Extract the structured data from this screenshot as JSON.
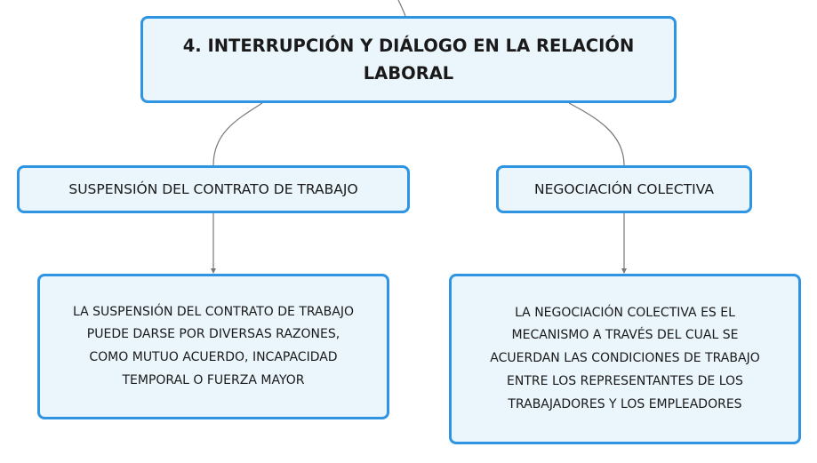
{
  "diagram": {
    "main_topic": {
      "line1": "4. INTERRUPCIÓN Y DIÁLOGO EN LA RELACIÓN",
      "line2": "LABORAL"
    },
    "branches": [
      {
        "label": "SUSPENSIÓN DEL CONTRATO DE TRABAJO",
        "detail_lines": [
          "LA SUSPENSIÓN DEL CONTRATO DE TRABAJO",
          "PUEDE DARSE POR DIVERSAS RAZONES,",
          "COMO MUTUO ACUERDO, INCAPACIDAD",
          "TEMPORAL O FUERZA MAYOR"
        ]
      },
      {
        "label": "NEGOCIACIÓN COLECTIVA",
        "detail_lines": [
          "LA NEGOCIACIÓN COLECTIVA ES EL",
          "MECANISMO A TRAVÉS DEL CUAL SE",
          "ACUERDAN LAS CONDICIONES DE TRABAJO",
          "ENTRE LOS REPRESENTANTES DE LOS",
          "TRABAJADORES Y LOS EMPLEADORES"
        ]
      }
    ],
    "colors": {
      "node_border": "#2f95e3",
      "node_fill": "#eaf5fc",
      "connector": "#777777",
      "text": "#1a1a1a"
    }
  }
}
